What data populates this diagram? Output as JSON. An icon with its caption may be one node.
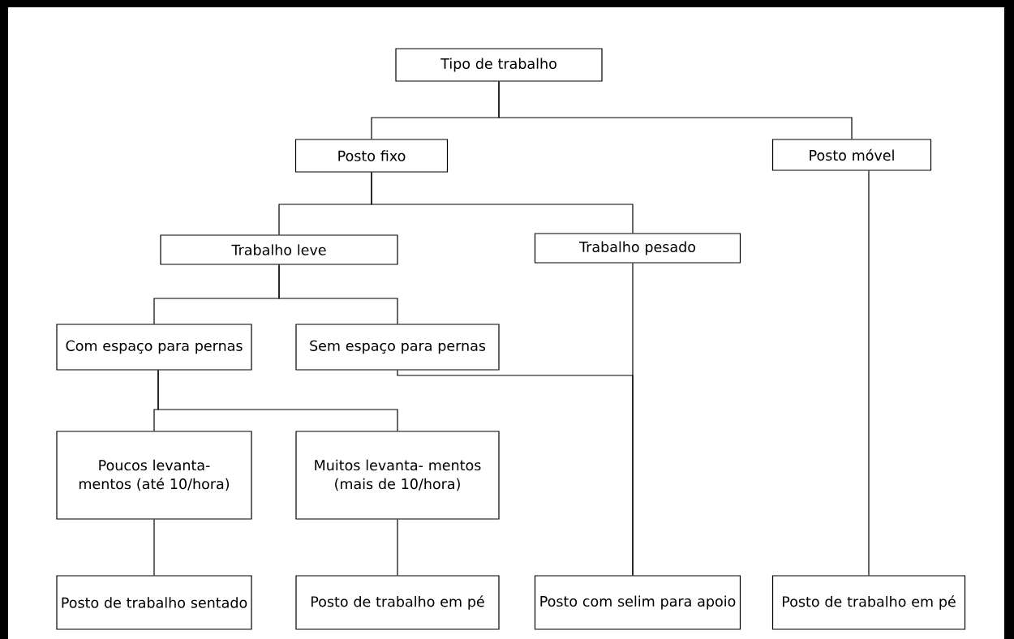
{
  "diagram": {
    "nodes": [
      {
        "text": [
          "Tipo de trabalho"
        ]
      },
      {
        "text": [
          "Posto fixo"
        ]
      },
      {
        "text": [
          "Posto móvel"
        ]
      },
      {
        "text": [
          "Trabalho leve"
        ]
      },
      {
        "text": [
          "Trabalho pesado"
        ]
      },
      {
        "text": [
          "Com espaço para pernas"
        ]
      },
      {
        "text": [
          "Sem espaço para pernas"
        ]
      },
      {
        "text": [
          "Poucos levanta- mentos (até 10/hora)"
        ]
      },
      {
        "text": [
          "Muitos levanta- mentos (mais de 10/hora)"
        ]
      },
      {
        "text": [
          "Posto de trabalho sentado"
        ]
      },
      {
        "text": [
          "Posto de trabalho em pé"
        ]
      },
      {
        "text": [
          "Posto com selim para apoio"
        ]
      },
      {
        "text": [
          "Posto de trabalho em pé"
        ]
      }
    ],
    "edges": [
      {
        "from": 0,
        "to": 1,
        "arrow": "none"
      },
      {
        "from": 0,
        "to": 2,
        "arrow": "none"
      },
      {
        "from": 1,
        "to": 3,
        "arrow": "none"
      },
      {
        "from": 1,
        "to": 4,
        "arrow": "none"
      },
      {
        "from": 3,
        "to": 5,
        "arrow": "none"
      },
      {
        "from": 3,
        "to": 6,
        "arrow": "none"
      },
      {
        "from": 5,
        "to": 7,
        "arrow": "none"
      },
      {
        "from": 5,
        "to": 8,
        "arrow": "none"
      },
      {
        "from": 6,
        "to": 11,
        "arrow": "none"
      },
      {
        "from": 4,
        "to": 11,
        "arrow": "none"
      },
      {
        "from": 7,
        "to": 9,
        "arrow": "none"
      },
      {
        "from": 8,
        "to": 10,
        "arrow": "none"
      },
      {
        "from": 2,
        "to": 12,
        "arrow": "none"
      }
    ]
  }
}
